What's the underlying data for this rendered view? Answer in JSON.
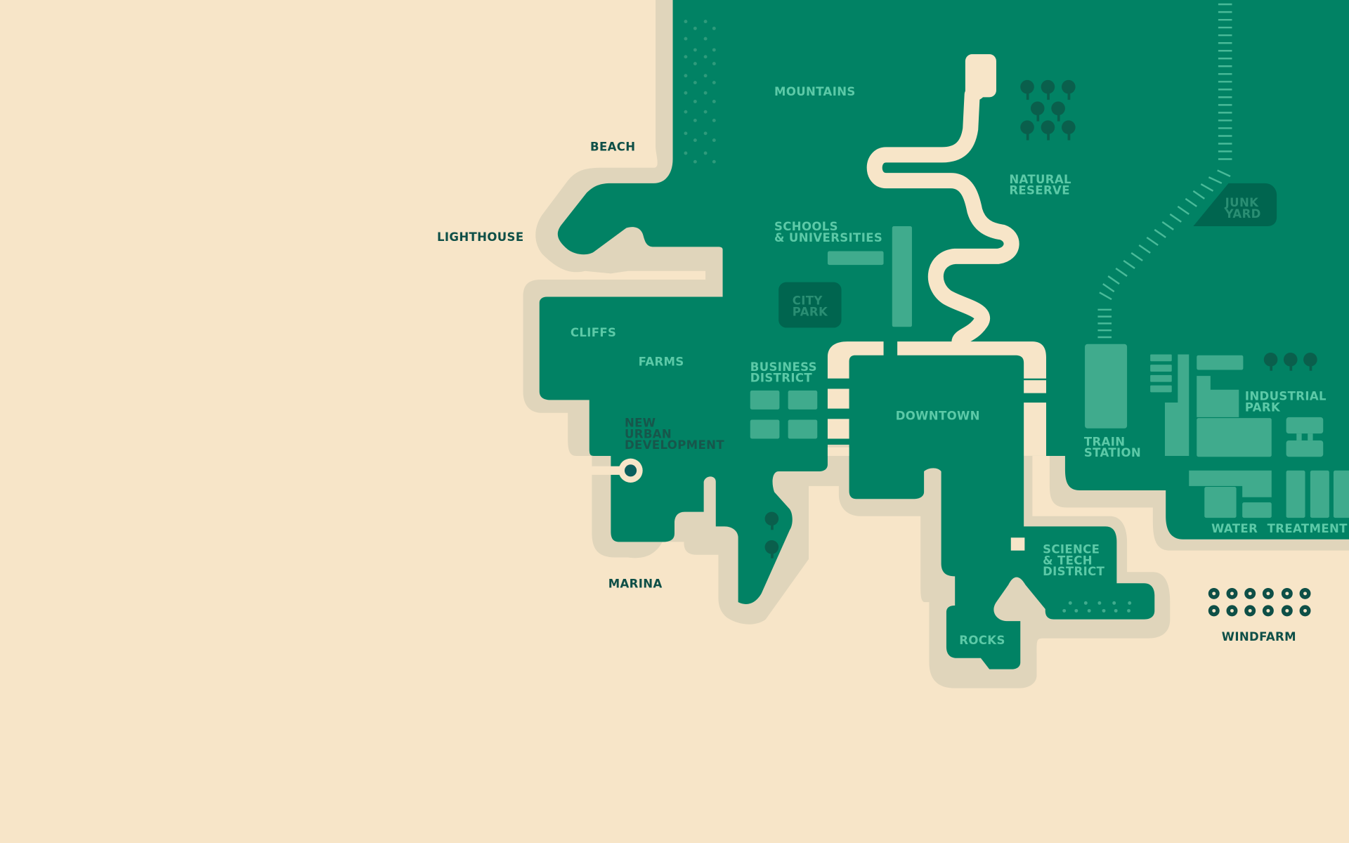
{
  "map": {
    "colors": {
      "sand": "#f7e5c8",
      "shore": "#e0d5bb",
      "land": "#018264",
      "block": "#40ab8d",
      "park": "#00654f",
      "tree": "#0a5f4c",
      "label_light": "#5cc9a7",
      "label_dark": "#0e4f47",
      "road": "#f7e5c8"
    },
    "labels": {
      "mountains": "MOUNTAINS",
      "beach": "BEACH",
      "lighthouse": "LIGHTHOUSE",
      "natural_reserve": [
        "NATURAL",
        "RESERVE"
      ],
      "junk_yard": [
        "JUNK",
        "YARD"
      ],
      "schools": [
        "SCHOOLS",
        "& UNIVERSITIES"
      ],
      "city_park": [
        "CITY",
        "PARK"
      ],
      "cliffs": "CLIFFS",
      "farms": "FARMS",
      "business_district": [
        "BUSINESS",
        "DISTRICT"
      ],
      "downtown": "DOWNTOWN",
      "new_urban_development": [
        "NEW",
        "URBAN",
        "DEVELOPMENT"
      ],
      "train_station": [
        "TRAIN",
        "STATION"
      ],
      "industrial_park": [
        "INDUSTRIAL",
        "PARK"
      ],
      "water_treatment": [
        "WATER",
        "TREATMENT"
      ],
      "science_tech": [
        "SCIENCE",
        "& TECH",
        "DISTRICT"
      ],
      "marina": "MARINA",
      "rocks": "ROCKS",
      "windfarm": "WINDFARM"
    }
  }
}
